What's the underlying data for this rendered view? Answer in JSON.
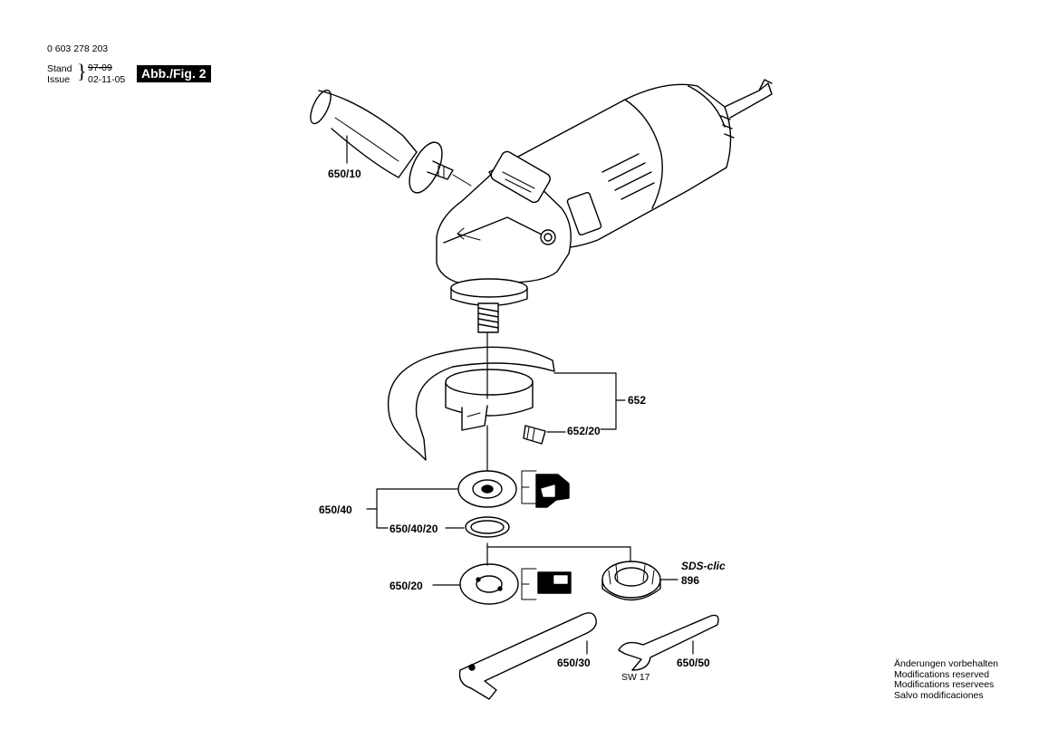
{
  "header": {
    "part_number": "0 603 278 203",
    "stand_label": "Stand",
    "issue_label": "Issue",
    "stand_date_old": "97-09",
    "issue_date": "02-11-05",
    "figure_label": "Abb./Fig. 2"
  },
  "callouts": {
    "side_handle": "650/10",
    "guard": "652",
    "guard_screw": "652/20",
    "flange_set": "650/40",
    "o_ring": "650/40/20",
    "clamping_flange": "650/20",
    "sds_brand": "SDS-clic",
    "sds_nut": "896",
    "spanner_pin": "650/30",
    "spanner_open": "650/50",
    "spanner_size": "SW 17"
  },
  "notes": [
    "Änderungen vorbehalten",
    "Modifications reserved",
    "Modifications reservees",
    "Salvo modificaciones"
  ]
}
